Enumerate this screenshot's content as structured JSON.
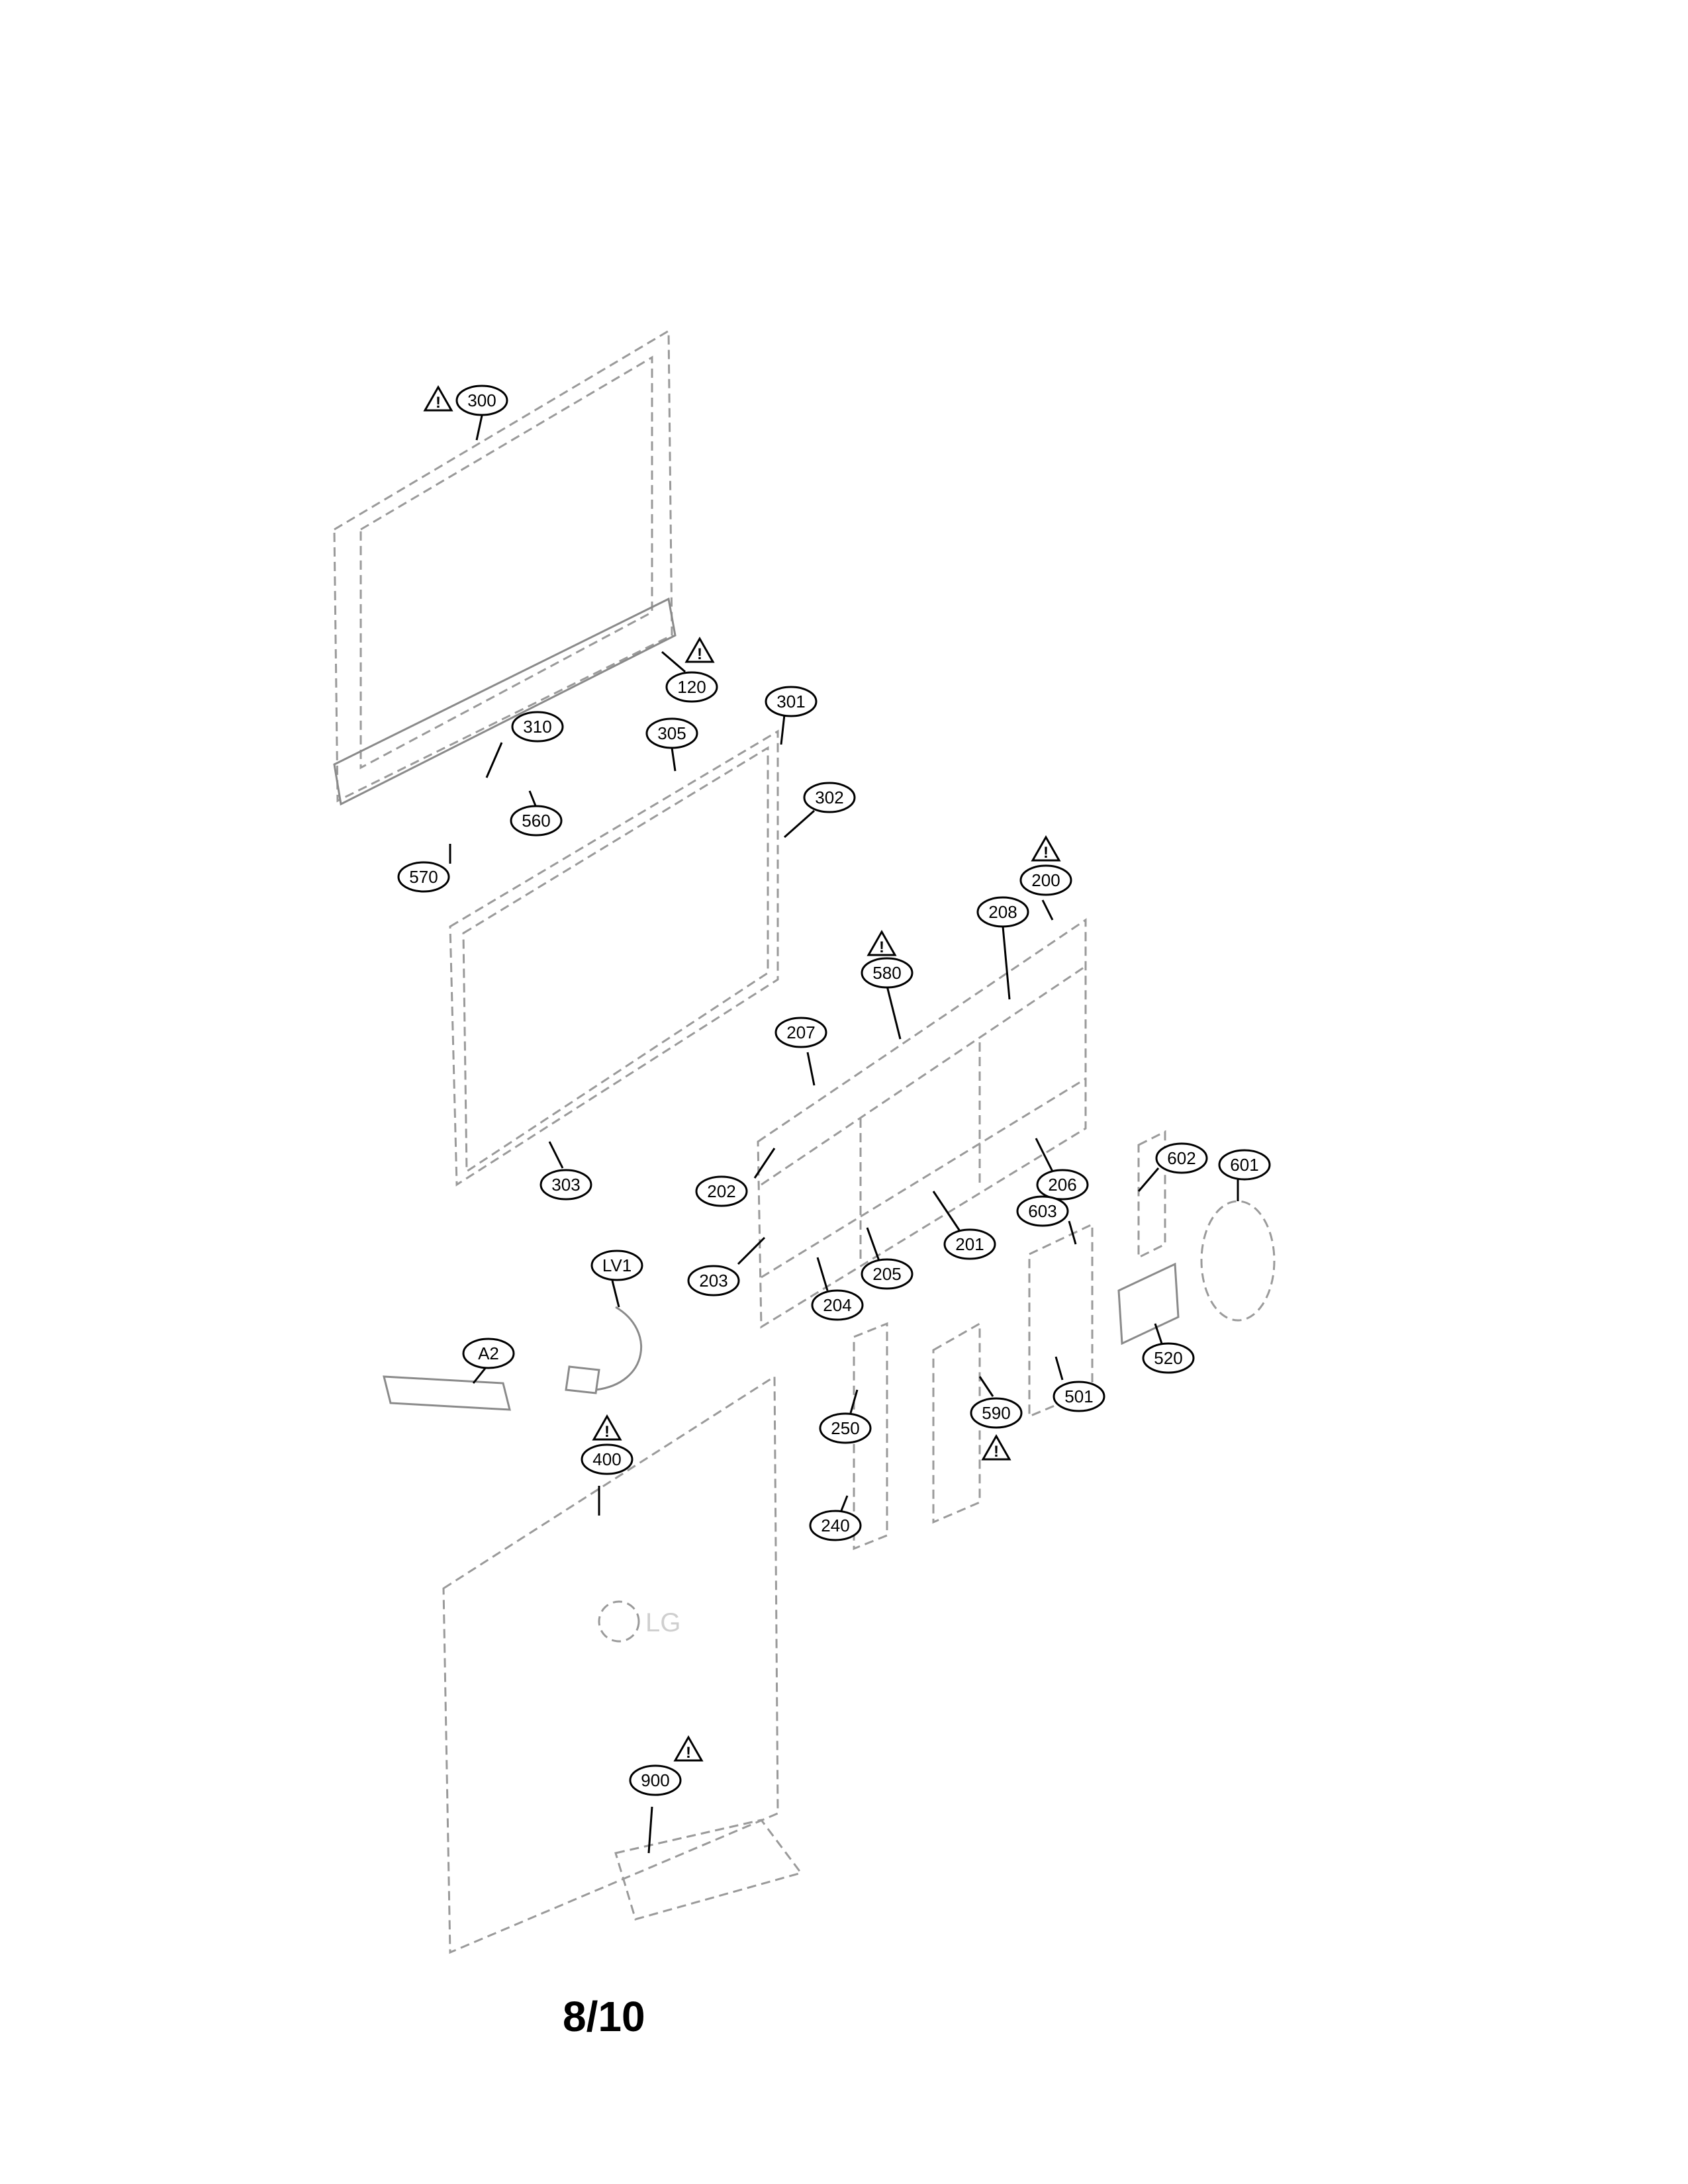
{
  "diagram": {
    "page_number": "8/10",
    "warning_symbol": "!",
    "callouts": {
      "c300": "300",
      "c120": "120",
      "c310": "310",
      "c305": "305",
      "c301": "301",
      "c302": "302",
      "c560": "560",
      "c570": "570",
      "c303": "303",
      "c200": "200",
      "c208": "208",
      "c580": "580",
      "c207": "207",
      "c202": "202",
      "c203": "203",
      "c204": "204",
      "c205": "205",
      "c201": "201",
      "c206": "206",
      "c602": "602",
      "c601": "601",
      "c603": "603",
      "c520": "520",
      "c501": "501",
      "c590": "590",
      "c250": "250",
      "c240": "240",
      "cLV1": "LV1",
      "cA2": "A2",
      "c400": "400",
      "c900": "900"
    },
    "logo_text": "LG"
  }
}
